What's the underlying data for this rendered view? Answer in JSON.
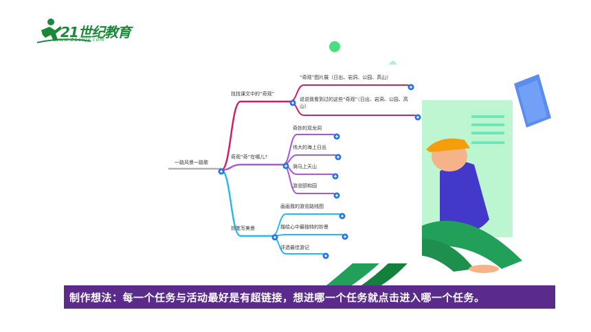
{
  "logo": {
    "text": "21世纪教育",
    "url": "www.21cnjy.com"
  },
  "mindmap": {
    "root": "一路风景一路歌",
    "branches": [
      {
        "label": "找找课文中的“奇观”",
        "color": "#d81b60",
        "children": [
          "“奇观”图片展（日出、岩洞、公园、高山）",
          "说说我看到过的这些“奇观”（日出、岩洞、公园、高山）"
        ]
      },
      {
        "label": "奇观“奇”在哪儿?",
        "color": "#a855d8",
        "children": [
          "奇妙的双龙洞",
          "伟大的海上日出",
          "骑马上天山",
          "游览颐和园"
        ]
      },
      {
        "label": "妙笔写美景",
        "color": "#29b6f6",
        "children": [
          "画画我的游览路线图",
          "描绘心中最独特的妙景",
          "评选最佳游记"
        ]
      }
    ]
  },
  "caption": "制作想法：每一个任务与活动最好是有超链接，想进哪一个任务就点击进入哪一个任务。",
  "colors": {
    "caption_bg": "#5a2b8a",
    "brand_green": "#1a8a3a",
    "expand_button": "#1e6fe0"
  }
}
